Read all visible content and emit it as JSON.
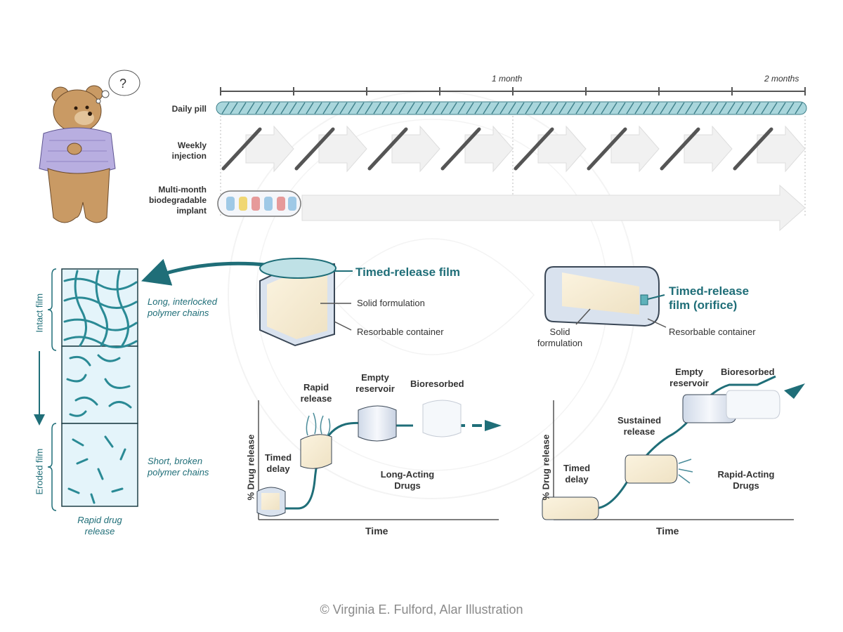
{
  "timeline": {
    "marks": [
      "1 month",
      "2 months"
    ],
    "rows": [
      {
        "label": "Daily pill"
      },
      {
        "label": "Weekly\ninjection"
      },
      {
        "label": "Multi-month\nbiodegradable\nimplant"
      }
    ]
  },
  "left_device": {
    "film_label": "Timed-release film",
    "solid_label": "Solid formulation",
    "container_label": "Resorbable container"
  },
  "right_device": {
    "film_label": "Timed-release\nfilm (orifice)",
    "solid_label": "Solid\nformulation",
    "container_label": "Resorbable container"
  },
  "film_panel": {
    "intact_label": "Intact film",
    "eroded_label": "Eroded film",
    "long_chains": "Long, interlocked\npolymer chains",
    "short_chains": "Short, broken\npolymer chains",
    "rapid_release": "Rapid drug\nrelease"
  },
  "graph_long": {
    "ylabel": "% Drug release",
    "xlabel": "Time",
    "stage_timed_delay": "Timed\ndelay",
    "stage_rapid": "Rapid\nrelease",
    "stage_empty": "Empty\nreservoir",
    "stage_bioresorbed": "Bioresorbed",
    "title": "Long-Acting\nDrugs"
  },
  "graph_rapid": {
    "ylabel": "% Drug release",
    "xlabel": "Time",
    "stage_timed_delay": "Timed\ndelay",
    "stage_sustained": "Sustained\nrelease",
    "stage_empty": "Empty\nreservoir",
    "stage_bioresorbed": "Bioresorbed",
    "title": "Rapid-Acting\nDrugs"
  },
  "credit": "© Virginia E. Fulford, Alar Illustration",
  "colors": {
    "teal": "#1f6e78",
    "pill": "#a9d6dc",
    "sweater": "#b8aee0",
    "bear": "#c99a64",
    "arrow": "#eeeeee"
  }
}
